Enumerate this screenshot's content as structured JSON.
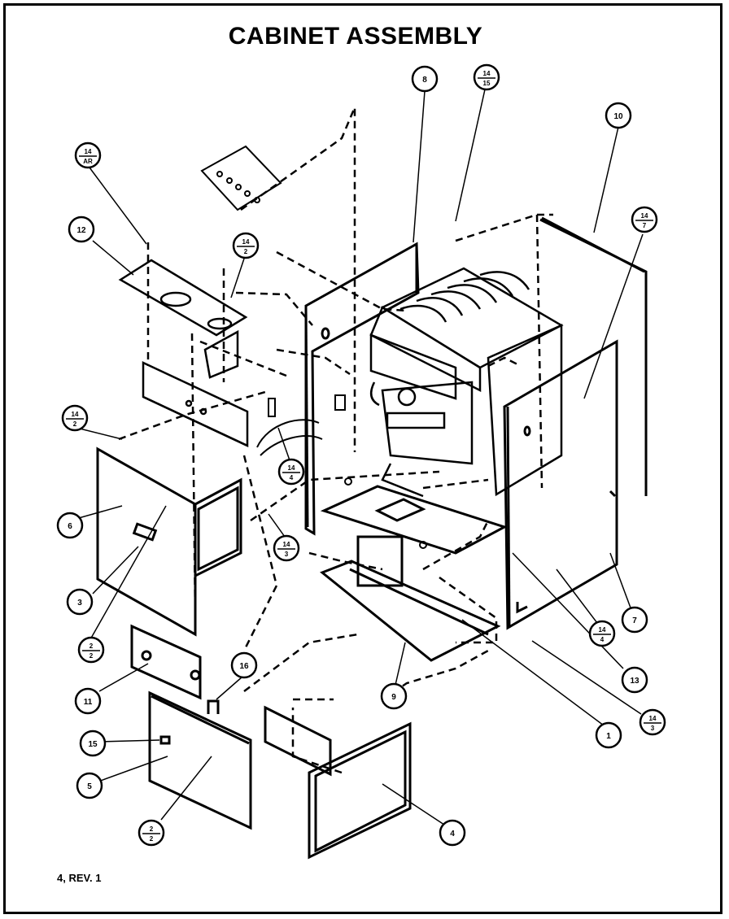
{
  "title": "CABINET ASSEMBLY",
  "footer": "4, REV. 1",
  "callouts": [
    {
      "id": "8",
      "label": "8"
    },
    {
      "id": "14-15",
      "top": "14",
      "bottom": "15"
    },
    {
      "id": "10",
      "label": "10"
    },
    {
      "id": "14-ar",
      "top": "14",
      "bottom": "AR"
    },
    {
      "id": "14-7",
      "top": "14",
      "bottom": "7"
    },
    {
      "id": "12",
      "label": "12"
    },
    {
      "id": "14-2-top",
      "top": "14",
      "bottom": "2"
    },
    {
      "id": "14-2-left",
      "top": "14",
      "bottom": "2"
    },
    {
      "id": "6",
      "label": "6"
    },
    {
      "id": "14-4-mid",
      "top": "14",
      "bottom": "4"
    },
    {
      "id": "14-3-mid",
      "top": "14",
      "bottom": "3"
    },
    {
      "id": "3",
      "label": "3"
    },
    {
      "id": "2-2-a",
      "top": "2",
      "bottom": "2"
    },
    {
      "id": "14-4-right",
      "top": "14",
      "bottom": "4"
    },
    {
      "id": "7",
      "label": "7"
    },
    {
      "id": "13",
      "label": "13"
    },
    {
      "id": "11",
      "label": "11"
    },
    {
      "id": "16",
      "label": "16"
    },
    {
      "id": "9",
      "label": "9"
    },
    {
      "id": "14-3-right",
      "top": "14",
      "bottom": "3"
    },
    {
      "id": "1",
      "label": "1"
    },
    {
      "id": "15",
      "label": "15"
    },
    {
      "id": "5",
      "label": "5"
    },
    {
      "id": "2-2-b",
      "top": "2",
      "bottom": "2"
    },
    {
      "id": "4",
      "label": "4"
    }
  ]
}
